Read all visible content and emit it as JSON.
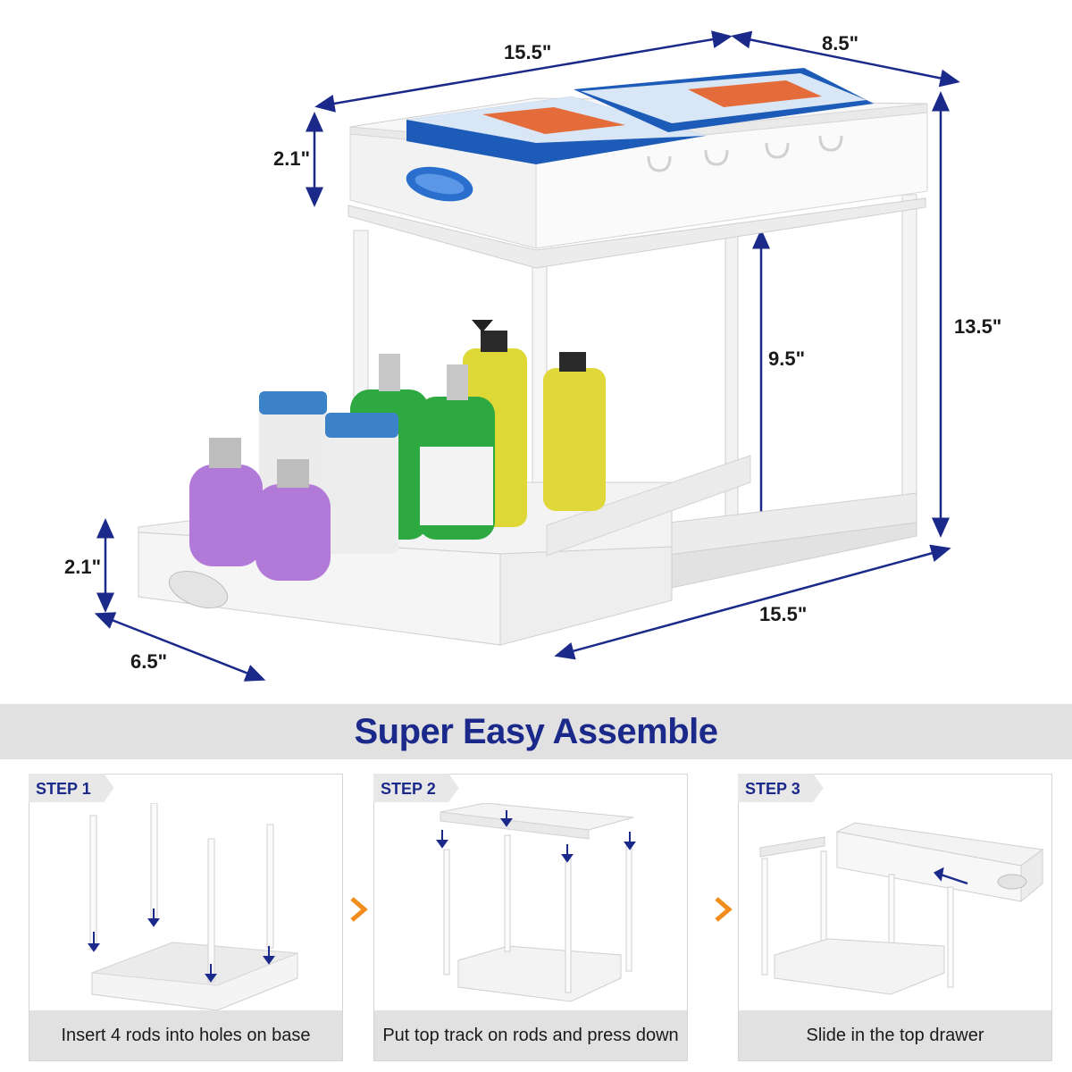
{
  "dimensions": {
    "top_width": "15.5\"",
    "top_depth": "8.5\"",
    "top_drawer_height": "2.1\"",
    "total_height": "13.5\"",
    "inner_height": "9.5\"",
    "bottom_drawer_height": "2.1\"",
    "bottom_depth": "6.5\"",
    "bottom_width": "15.5\""
  },
  "banner": {
    "title": "Super Easy Assemble"
  },
  "steps": [
    {
      "label": "STEP 1",
      "caption": "Insert 4 rods into holes on base"
    },
    {
      "label": "STEP 2",
      "caption": "Put top track on rods and press down"
    },
    {
      "label": "STEP 3",
      "caption": "Slide in the top drawer"
    }
  ],
  "colors": {
    "accent": "#1b2a8a",
    "arrow": "#f28c1c",
    "banner": "#e1e1e1"
  }
}
